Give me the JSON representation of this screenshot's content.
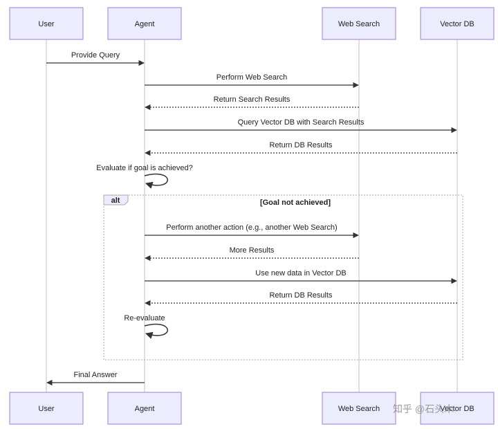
{
  "participants": [
    {
      "id": "user",
      "label": "User"
    },
    {
      "id": "agent",
      "label": "Agent"
    },
    {
      "id": "web",
      "label": "Web Search"
    },
    {
      "id": "vdb",
      "label": "Vector DB"
    }
  ],
  "messages": [
    {
      "from": "user",
      "to": "agent",
      "label": "Provide Query",
      "style": "solid"
    },
    {
      "from": "agent",
      "to": "web",
      "label": "Perform Web Search",
      "style": "solid"
    },
    {
      "from": "web",
      "to": "agent",
      "label": "Return Search Results",
      "style": "dashed"
    },
    {
      "from": "agent",
      "to": "vdb",
      "label": "Query Vector DB with Search Results",
      "style": "solid"
    },
    {
      "from": "vdb",
      "to": "agent",
      "label": "Return DB Results",
      "style": "dashed"
    },
    {
      "from": "agent",
      "to": "agent",
      "label": "Evaluate if goal is achieved?",
      "style": "self"
    },
    {
      "from": "agent",
      "to": "web",
      "label": "Perform another action (e.g., another Web Search)",
      "style": "solid"
    },
    {
      "from": "web",
      "to": "agent",
      "label": "More Results",
      "style": "dashed"
    },
    {
      "from": "agent",
      "to": "vdb",
      "label": "Use new data in Vector DB",
      "style": "solid"
    },
    {
      "from": "vdb",
      "to": "agent",
      "label": "Return DB Results",
      "style": "dashed"
    },
    {
      "from": "agent",
      "to": "agent",
      "label": "Re-evaluate",
      "style": "self"
    },
    {
      "from": "agent",
      "to": "user",
      "label": "Final Answer",
      "style": "solid"
    }
  ],
  "alt_block": {
    "tag": "alt",
    "condition": "[Goal not achieved]"
  },
  "watermark": "知乎 @石头木",
  "colors": {
    "actor_fill": "#ECECFF",
    "actor_stroke": "#9370DB",
    "line": "#333333",
    "lifeline": "#999999"
  }
}
